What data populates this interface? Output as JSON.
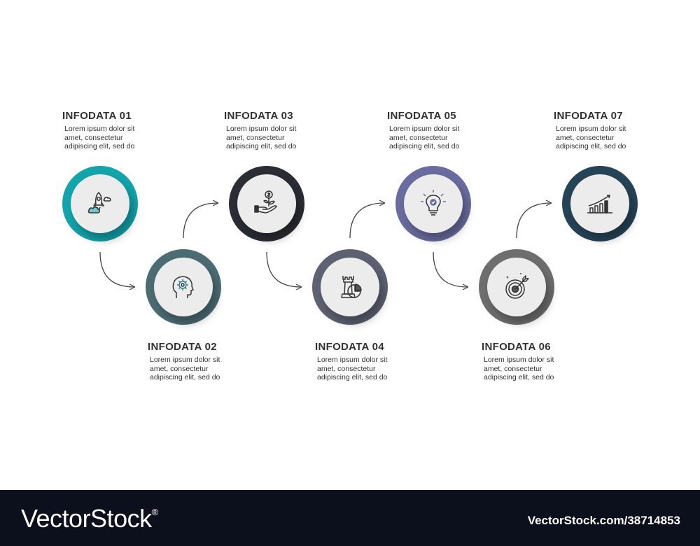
{
  "steps": [
    {
      "title": "INFODATA 01",
      "desc": "Lorem ipsum dolor sit amet, consectetur adipiscing elit, sed do",
      "color": "#12a3ab",
      "icon": "rocket-cloud-icon"
    },
    {
      "title": "INFODATA 02",
      "desc": "Lorem ipsum dolor sit amet, consectetur adipiscing elit, sed do",
      "color": "#4c6c74",
      "icon": "head-gear-icon"
    },
    {
      "title": "INFODATA 03",
      "desc": "Lorem ipsum dolor sit amet, consectetur adipiscing elit, sed do",
      "color": "#2b2d35",
      "icon": "hand-coin-icon"
    },
    {
      "title": "INFODATA 04",
      "desc": "Lorem ipsum dolor sit amet, consectetur adipiscing elit, sed do",
      "color": "#5d6171",
      "icon": "chess-rook-chart-icon"
    },
    {
      "title": "INFODATA 05",
      "desc": "Lorem ipsum dolor sit amet, consectetur adipiscing elit, sed do",
      "color": "#6a6b9f",
      "icon": "lightbulb-icon"
    },
    {
      "title": "INFODATA 06",
      "desc": "Lorem ipsum dolor sit amet, consectetur adipiscing elit, sed do",
      "color": "#6e6e6e",
      "icon": "target-arrow-icon"
    },
    {
      "title": "INFODATA 07",
      "desc": "Lorem ipsum dolor sit amet, consectetur adipiscing elit, sed do",
      "color": "#264457",
      "icon": "bar-chart-growth-icon"
    }
  ],
  "footer": {
    "brand": "VectorStock",
    "registered": "®",
    "image_id": "VectorStock.com/38714853"
  }
}
